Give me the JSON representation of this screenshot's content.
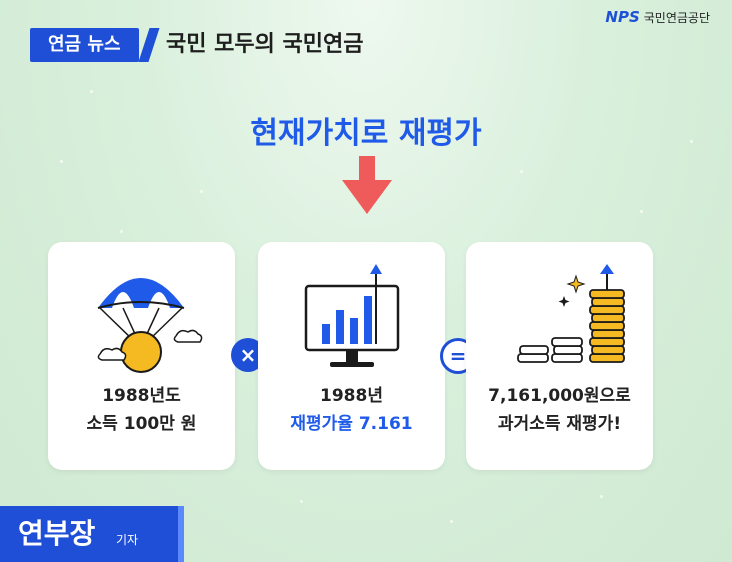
{
  "header": {
    "tag": "연금 뉴스",
    "title": "국민 모두의 국민연금"
  },
  "logo": {
    "mark": "NPS",
    "text": "국민연금공단"
  },
  "headline": "현재가치로 재평가",
  "cards": [
    {
      "line1": "1988년도",
      "line2": "소득 100만 원",
      "icon": "parachute-coin-icon"
    },
    {
      "line1": "1988년",
      "line2": "재평가율 7.161",
      "icon": "monitor-chart-icon"
    },
    {
      "line1": "7,161,000원으로",
      "line2": "과거소득 재평가!",
      "icon": "coin-stack-icon"
    }
  ],
  "operators": {
    "multiply": "×",
    "equals": "="
  },
  "reporter": {
    "name": "연부장",
    "role": "기자"
  },
  "colors": {
    "accent": "#1f4fd6",
    "headline": "#1f5ae8",
    "arrow": "#ef5a5a",
    "coin": "#f5b921"
  }
}
